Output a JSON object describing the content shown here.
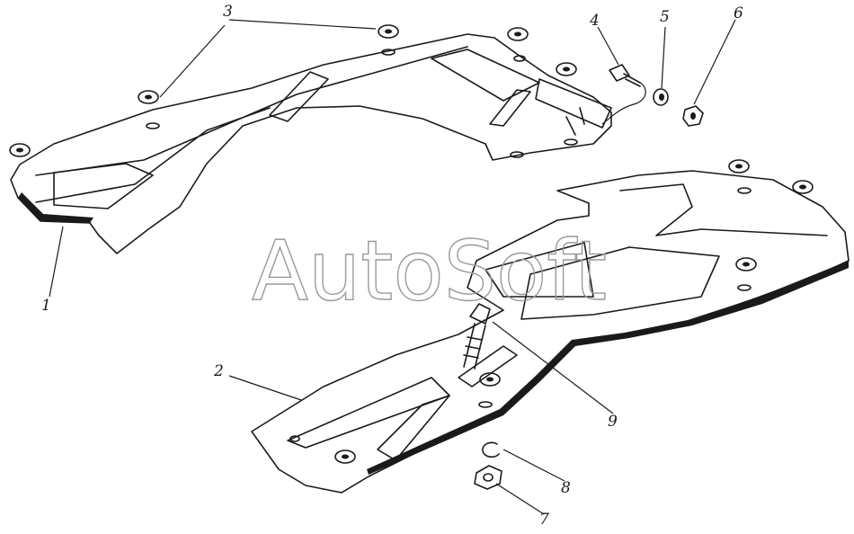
{
  "figure": {
    "watermark": "AutoSoft",
    "callouts": [
      {
        "id": "1",
        "label": "1"
      },
      {
        "id": "2",
        "label": "2"
      },
      {
        "id": "3",
        "label": "3"
      },
      {
        "id": "4",
        "label": "4"
      },
      {
        "id": "5",
        "label": "5"
      },
      {
        "id": "6",
        "label": "6"
      },
      {
        "id": "7",
        "label": "7"
      },
      {
        "id": "8",
        "label": "8"
      },
      {
        "id": "9",
        "label": "9"
      }
    ]
  }
}
